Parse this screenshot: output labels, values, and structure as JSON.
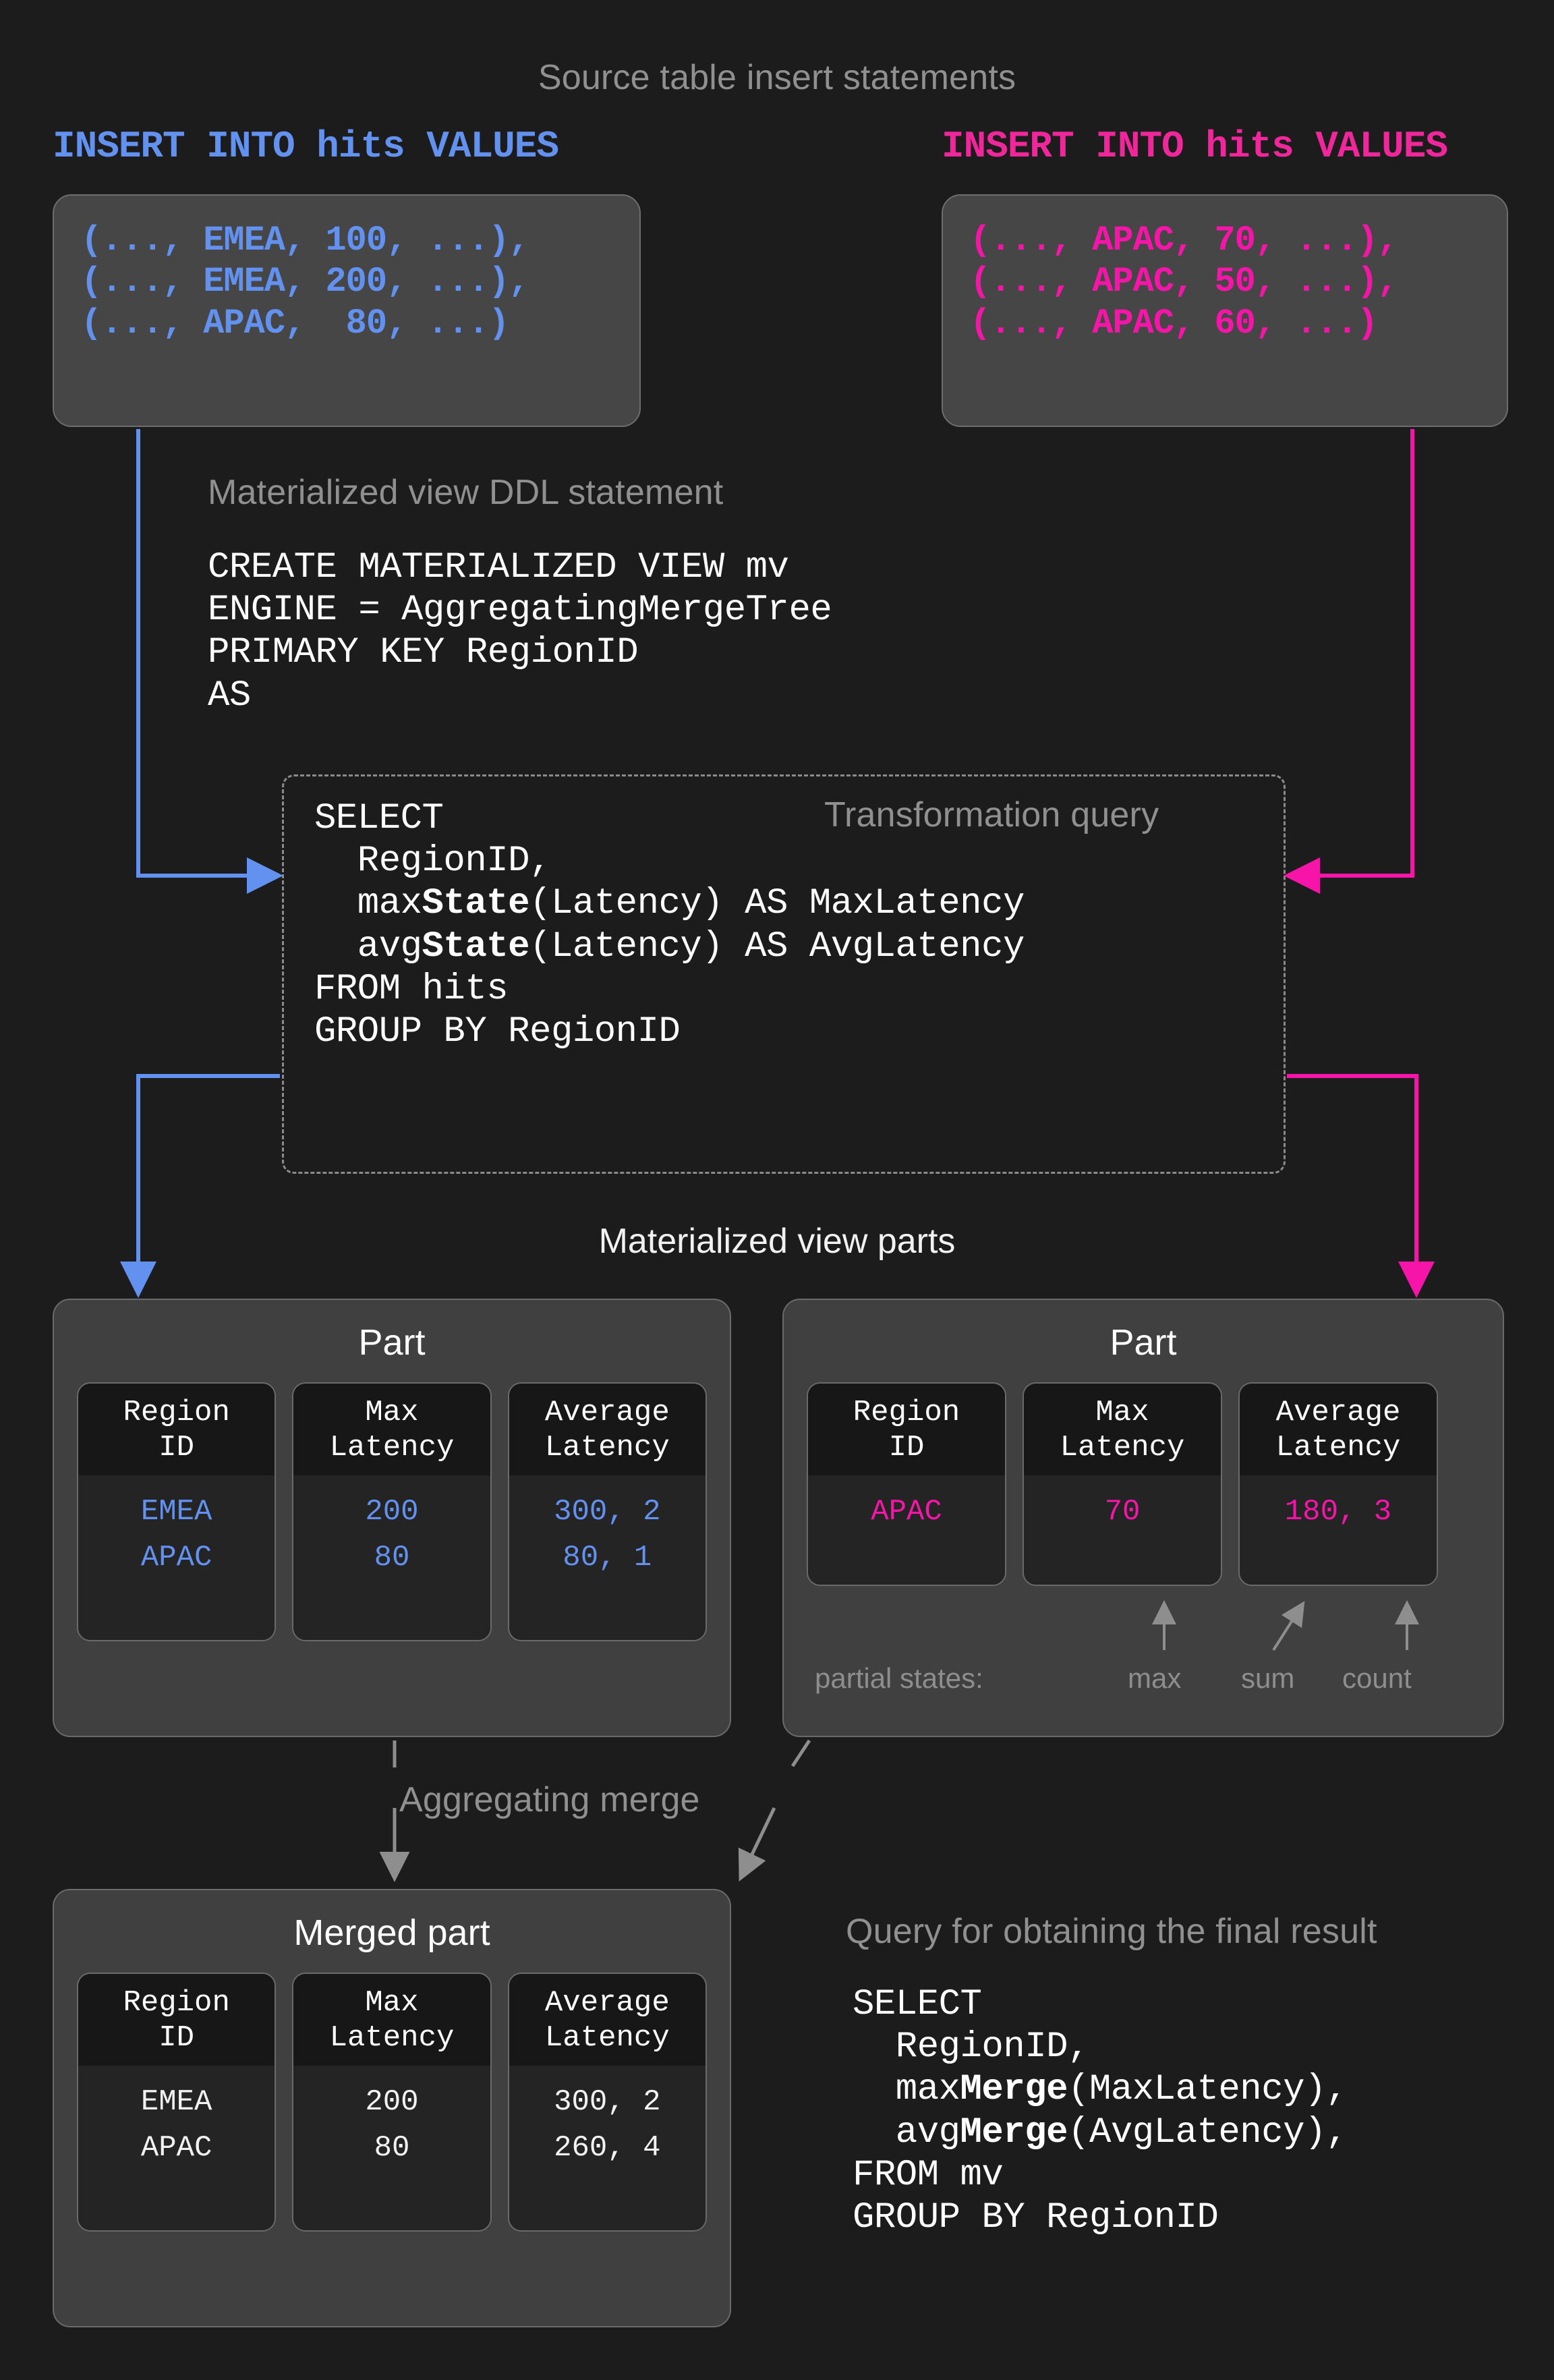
{
  "titles": {
    "source_inserts": "Source table insert statements",
    "ddl": "Materialized view DDL statement",
    "transformation_query": "Transformation query",
    "mv_parts": "Materialized view parts",
    "aggregating_merge": "Aggregating merge",
    "final_query": "Query for obtaining the final result"
  },
  "colors": {
    "blue": "#6391ef",
    "pink": "#f615a8",
    "grey_text": "#909090",
    "white_text": "#ffffff",
    "page_bg": "#1c1c1c",
    "card_bg": "#464646",
    "panel_bg": "#404040",
    "col_head_bg": "#171717",
    "col_body_bg": "#242424"
  },
  "inserts": [
    {
      "header": "INSERT INTO hits VALUES",
      "lines": [
        "(..., EMEA, 100, ...),",
        "(..., EMEA, 200, ...),",
        "(..., APAC,  80, ...)"
      ],
      "color": "blue"
    },
    {
      "header": "INSERT INTO hits VALUES",
      "lines": [
        "(..., APAC, 70, ...),",
        "(..., APAC, 50, ...),",
        "(..., APAC, 60, ...)"
      ],
      "color": "pink"
    }
  ],
  "ddl_lines": [
    "CREATE MATERIALIZED VIEW mv",
    "ENGINE = AggregatingMergeTree",
    "PRIMARY KEY RegionID",
    "AS"
  ],
  "transformation_query": {
    "l1": "SELECT",
    "l2": "  RegionID,",
    "l3_pre": "  max",
    "l3_bold": "State",
    "l3_post": "(Latency) AS MaxLatency",
    "l4_pre": "  avg",
    "l4_bold": "State",
    "l4_post": "(Latency) AS AvgLatency",
    "l5": "FROM hits",
    "l6": "GROUP BY RegionID"
  },
  "parts": [
    {
      "title": "Part",
      "columns": [
        {
          "header": "Region\nID",
          "values": [
            "EMEA",
            "APAC"
          ]
        },
        {
          "header": "Max\nLatency",
          "values": [
            "200",
            "80"
          ]
        },
        {
          "header": "Average\nLatency",
          "values": [
            "300, 2",
            "80, 1"
          ]
        }
      ],
      "value_color": "blue"
    },
    {
      "title": "Part",
      "columns": [
        {
          "header": "Region\nID",
          "values": [
            "APAC"
          ]
        },
        {
          "header": "Max\nLatency",
          "values": [
            "70"
          ]
        },
        {
          "header": "Average\nLatency",
          "values": [
            "180, 3"
          ]
        }
      ],
      "value_color": "pink",
      "annotations": {
        "label": "partial states:",
        "max": "max",
        "sum": "sum",
        "count": "count"
      }
    }
  ],
  "merged_part": {
    "title": "Merged part",
    "columns": [
      {
        "header": "Region\nID",
        "values": [
          "EMEA",
          "APAC"
        ]
      },
      {
        "header": "Max\nLatency",
        "values": [
          "200",
          "80"
        ]
      },
      {
        "header": "Average\nLatency",
        "values": [
          "300, 2",
          "260, 4"
        ]
      }
    ],
    "value_color": "white"
  },
  "final_query": {
    "l1": "SELECT",
    "l2": "  RegionID,",
    "l3_pre": "  max",
    "l3_bold": "Merge",
    "l3_post": "(MaxLatency),",
    "l4_pre": "  avg",
    "l4_bold": "Merge",
    "l4_post": "(AvgLatency),",
    "l5": "FROM mv",
    "l6": "GROUP BY RegionID"
  }
}
